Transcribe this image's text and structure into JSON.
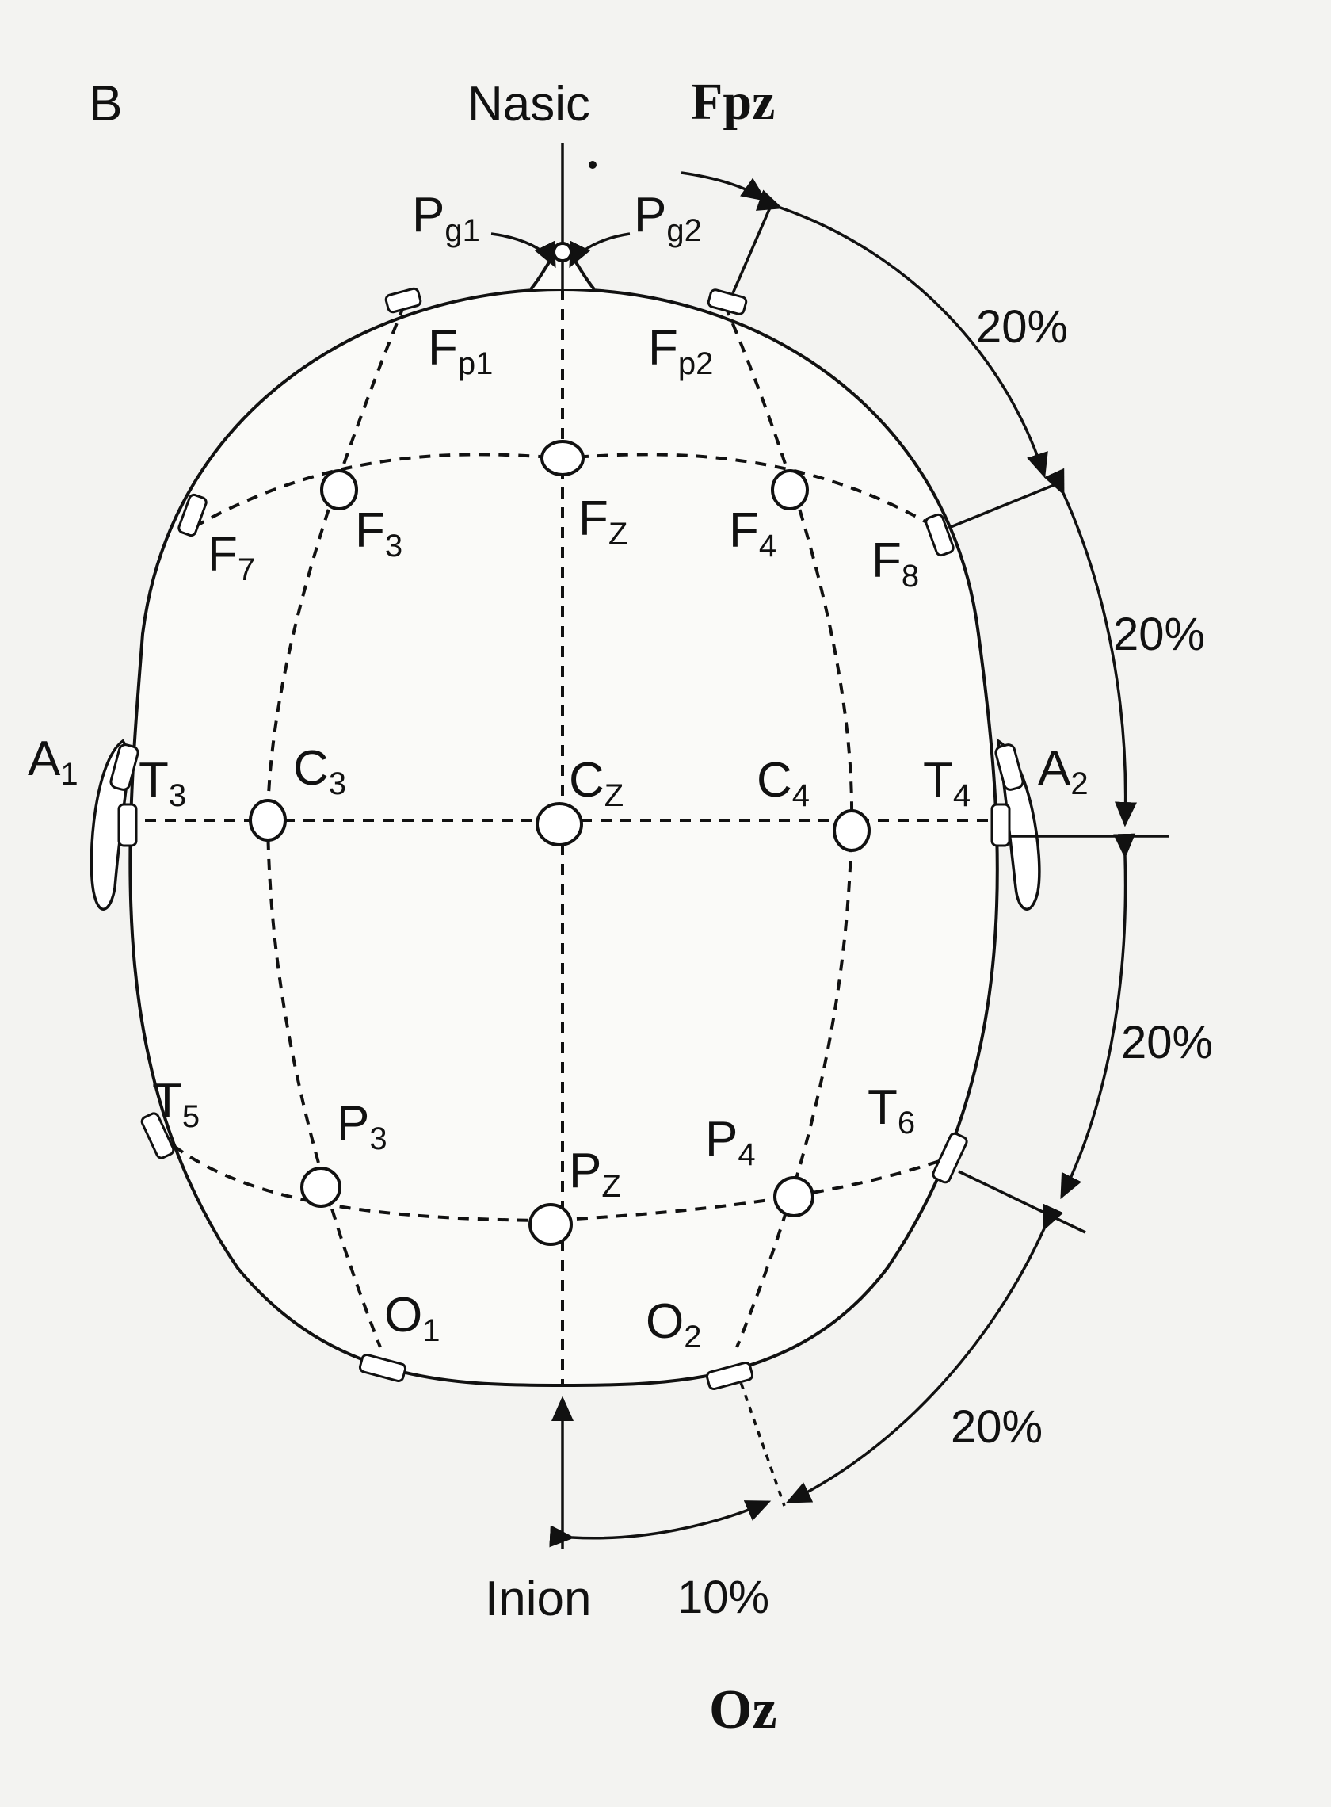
{
  "panel_label": "B",
  "landmarks": {
    "nasion": "Nasic",
    "inion": "Inion",
    "fpz": "Fpz",
    "oz": "Oz",
    "pg1": "P",
    "pg1_sub": "g1",
    "pg2": "P",
    "pg2_sub": "g2"
  },
  "electrodes": [
    {
      "id": "Fp1",
      "base": "F",
      "sub": "p1"
    },
    {
      "id": "Fp2",
      "base": "F",
      "sub": "p2"
    },
    {
      "id": "F7",
      "base": "F",
      "sub": "7"
    },
    {
      "id": "F3",
      "base": "F",
      "sub": "3"
    },
    {
      "id": "Fz",
      "base": "F",
      "sub": "Z"
    },
    {
      "id": "F4",
      "base": "F",
      "sub": "4"
    },
    {
      "id": "F8",
      "base": "F",
      "sub": "8"
    },
    {
      "id": "A1",
      "base": "A",
      "sub": "1"
    },
    {
      "id": "T3",
      "base": "T",
      "sub": "3"
    },
    {
      "id": "C3",
      "base": "C",
      "sub": "3"
    },
    {
      "id": "Cz",
      "base": "C",
      "sub": "Z"
    },
    {
      "id": "C4",
      "base": "C",
      "sub": "4"
    },
    {
      "id": "T4",
      "base": "T",
      "sub": "4"
    },
    {
      "id": "A2",
      "base": "A",
      "sub": "2"
    },
    {
      "id": "T5",
      "base": "T",
      "sub": "5"
    },
    {
      "id": "P3",
      "base": "P",
      "sub": "3"
    },
    {
      "id": "Pz",
      "base": "P",
      "sub": "Z"
    },
    {
      "id": "P4",
      "base": "P",
      "sub": "4"
    },
    {
      "id": "T6",
      "base": "T",
      "sub": "6"
    },
    {
      "id": "O1",
      "base": "O",
      "sub": "1"
    },
    {
      "id": "O2",
      "base": "O",
      "sub": "2"
    }
  ],
  "percentages": [
    "20%",
    "20%",
    "20%",
    "20%",
    "10%"
  ]
}
